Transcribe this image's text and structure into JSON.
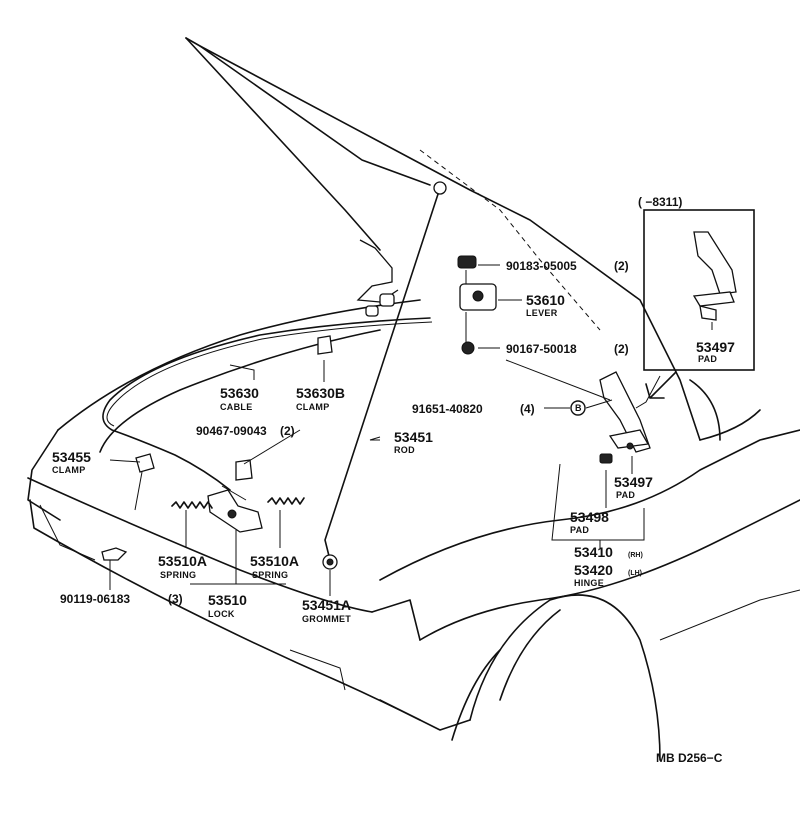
{
  "inset": {
    "range": "(        −8311)"
  },
  "parts": [
    {
      "id": "p53455",
      "number": "53455",
      "name": "CLAMP"
    },
    {
      "id": "p90467",
      "number": "90467-09043",
      "qty": "(2)"
    },
    {
      "id": "p53630",
      "number": "53630",
      "name": "CABLE"
    },
    {
      "id": "p53630B",
      "number": "53630B",
      "name": "CLAMP"
    },
    {
      "id": "p53451",
      "number": "53451",
      "name": "ROD"
    },
    {
      "id": "p90183",
      "number": "90183-05005",
      "qty": "(2)"
    },
    {
      "id": "p53610",
      "number": "53610",
      "name": "LEVER"
    },
    {
      "id": "p90167",
      "number": "90167-50018",
      "qty": "(2)"
    },
    {
      "id": "p91651",
      "number": "91651-40820",
      "qty": "(4)"
    },
    {
      "id": "p53497a",
      "number": "53497",
      "name": "PAD"
    },
    {
      "id": "p53497b",
      "number": "53497",
      "name": "PAD"
    },
    {
      "id": "p53498",
      "number": "53498",
      "name": "PAD"
    },
    {
      "id": "p53410",
      "number": "53410",
      "suffix": "(RH)"
    },
    {
      "id": "p53420",
      "number": "53420",
      "suffix": "(LH)",
      "name": "HINGE"
    },
    {
      "id": "p53510Aa",
      "number": "53510A",
      "name": "SPRING"
    },
    {
      "id": "p53510Ab",
      "number": "53510A",
      "name": "SPRING"
    },
    {
      "id": "p53510",
      "number": "53510",
      "name": "LOCK"
    },
    {
      "id": "p53451A",
      "number": "53451A",
      "name": "GROMMET"
    },
    {
      "id": "p90119",
      "number": "90119-06183",
      "qty": "(3)"
    }
  ],
  "bolt_marker": "B",
  "drawing_code": "MB D256−C"
}
